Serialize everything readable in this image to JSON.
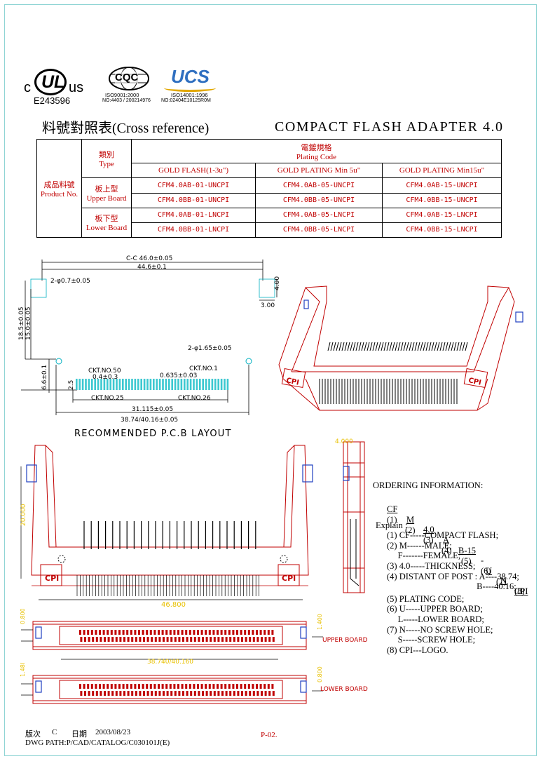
{
  "logos": {
    "ul_c": "c",
    "ul_us": "us",
    "ul_mark": "UL",
    "ul_file": "E243596",
    "cqc_mark": "CQC",
    "cqc_std": "ISO9001:2000",
    "cqc_no": "NO:4403 / 200214976",
    "ucs_mark": "UCS",
    "ucs_std": "ISO14001:1996",
    "ucs_no": "NO:02404E10125R0M"
  },
  "title_left": "料號對照表(Cross reference)",
  "title_right": "COMPACT FLASH ADAPTER 4.0",
  "xref": {
    "type_zh": "類別",
    "type_en": "Type",
    "plating_zh": "電鍍規格",
    "plating_en": "Plating Code",
    "col1": "GOLD FLASH(1-3u\")",
    "col2": "GOLD PLATING Min 5u\"",
    "col3": "GOLD PLATING Min15u\"",
    "product_zh": "成品料號",
    "product_en": "Product No.",
    "upper_zh": "板上型",
    "upper_en": "Upper Board",
    "lower_zh": "板下型",
    "lower_en": "Lower Board",
    "rows": [
      [
        "CFM4.0AB-01-UNCPI",
        "CFM4.0AB-05-UNCPI",
        "CFM4.0AB-15-UNCPI"
      ],
      [
        "CFM4.0BB-01-UNCPI",
        "CFM4.0BB-05-UNCPI",
        "CFM4.0BB-15-UNCPI"
      ],
      [
        "CFM4.0AB-01-LNCPI",
        "CFM4.0AB-05-LNCPI",
        "CFM4.0AB-15-LNCPI"
      ],
      [
        "CFM4.0BB-01-LNCPI",
        "CFM4.0BB-05-LNCPI",
        "CFM4.0BB-15-LNCPI"
      ]
    ]
  },
  "pcb": {
    "cc": "C-C 46.0±0.05",
    "w446": "44.6±0.1",
    "hole07": "2-φ0.7±0.05",
    "d400": "4.00",
    "d300": "3.00",
    "d185": "18.5±0.05",
    "d150": "15.0±0.05",
    "hole165": "2-φ1.65±0.05",
    "d66": "6.6±0.1",
    "d25": "2.5",
    "ckt50": "CKT.NO.50",
    "p04": "0.4±0.3",
    "ckt1": "CKT.NO.1",
    "p0635": "0.635±0.03",
    "ckt25": "CKT.NO.25",
    "ckt26": "CKT.NO.26",
    "d31115": "31.115±0.05",
    "d3874": "38.74/40.16±0.05",
    "caption": "RECOMMENDED P.C.B LAYOUT"
  },
  "views": {
    "d4000": "4.000",
    "d20": "20.000",
    "d46": "46.800",
    "d0800": "0.800",
    "d1400": "1.400",
    "upper_label": "UPPER BOARD",
    "d38740": "38.740/40.160",
    "d1480": "1.480",
    "d0800b": "0.800",
    "lower_label": "LOWER BOARD",
    "cpi": "CPI"
  },
  "ordering": {
    "title": "ORDERING INFORMATION:",
    "code": [
      "CF",
      "M",
      "4.0",
      "A",
      "B-15",
      "-",
      "U",
      "N",
      "CPI"
    ],
    "idx": [
      "(1)",
      "(2)",
      "(3)",
      "(4)",
      "(5)",
      "(6)",
      "(7)",
      "(8)"
    ],
    "explain": "Explain :",
    "lines": [
      "(1) CF-----COMPACT FLASH;",
      "(2) M------MALE;",
      "     F-------FEMALE;",
      "(3) 4.0-----THICKNESS;",
      "(4) DISTANT OF POST : A----38.74;",
      "                                         B----40.16;",
      "(5) PLATING CODE;",
      "(6) U-----UPPER BOARD;",
      "     L-----LOWER BOARD;",
      "(7) N-----NO SCREW HOLE;",
      "     S-----SCREW HOLE;",
      "(8) CPI---LOGO."
    ]
  },
  "footer": {
    "ver_label": "版次",
    "ver": "C",
    "date_label": "日期",
    "date": "2003/08/23",
    "page": "P-02.",
    "path": "DWG PATH:P/CAD/CATALOG/C030101J(E)"
  }
}
